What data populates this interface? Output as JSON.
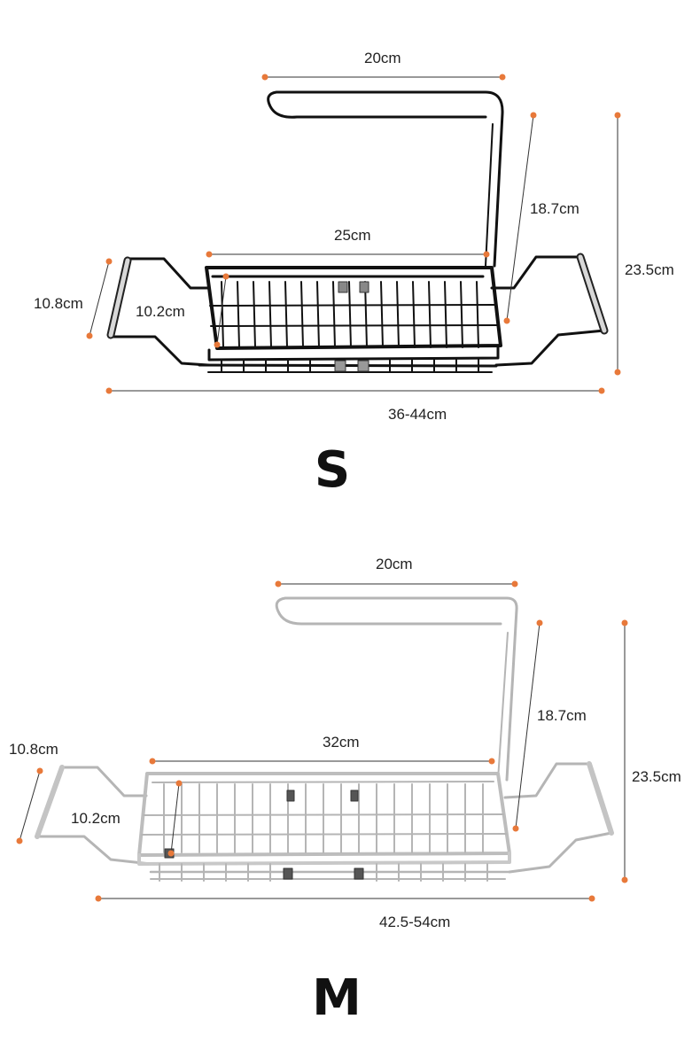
{
  "colors": {
    "marker": "#E8793A",
    "guide": "#333333",
    "rack_s": "#111111",
    "rack_m": "#b9b9b9"
  },
  "size_s": {
    "label": "S",
    "top_width": "20cm",
    "basket_length": "25cm",
    "holder_height": "18.7cm",
    "total_height": "23.5cm",
    "side_width": "10.8cm",
    "basket_depth": "10.2cm",
    "extend_length": "36-44cm"
  },
  "size_m": {
    "label": "M",
    "top_width": "20cm",
    "basket_length": "32cm",
    "holder_height": "18.7cm",
    "total_height": "23.5cm",
    "side_width": "10.8cm",
    "basket_depth": "10.2cm",
    "extend_length": "42.5-54cm"
  }
}
